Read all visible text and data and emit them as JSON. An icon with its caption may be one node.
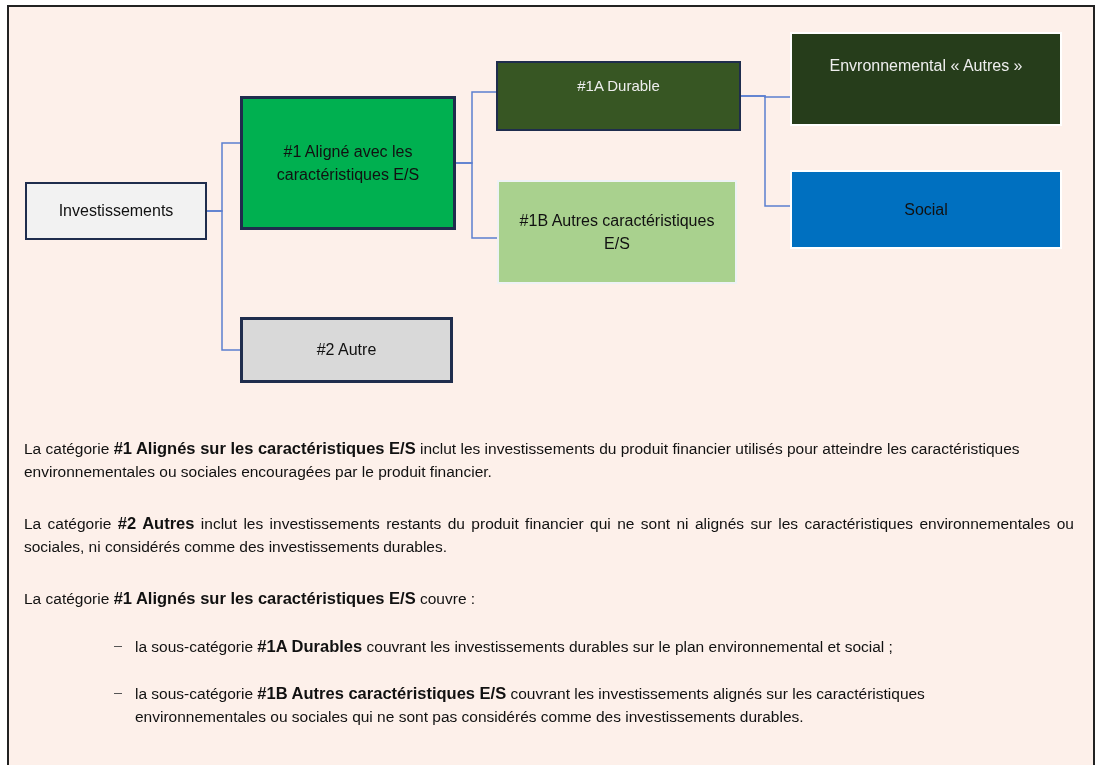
{
  "diagram": {
    "nodes": [
      {
        "text": [
          "Investissements"
        ]
      },
      {
        "text": [
          "#1 Aligné avec les caractéristiques E/S"
        ]
      },
      {
        "text": [
          "#2 Autre"
        ]
      },
      {
        "text": [
          "#1A Durable"
        ]
      },
      {
        "text": [
          "#1B Autres caractéristiques E/S"
        ]
      },
      {
        "text": [
          "Envronnemental « Autres »"
        ]
      },
      {
        "text": [
          "Social"
        ]
      }
    ],
    "edges": [
      {
        "from": 0,
        "to": 1,
        "arrow": "none"
      },
      {
        "from": 0,
        "to": 2,
        "arrow": "none"
      },
      {
        "from": 1,
        "to": 3,
        "arrow": "none"
      },
      {
        "from": 1,
        "to": 4,
        "arrow": "none"
      },
      {
        "from": 3,
        "to": 5,
        "arrow": "none"
      },
      {
        "from": 3,
        "to": 6,
        "arrow": "none"
      }
    ],
    "labels": [
      "La catégorie **#1 Alignés sur les caractéristiques E/S** inclut les investissements du produit financier utilisés pour atteindre les caractéristiques environnementales ou sociales encouragées par le produit financier.",
      "La catégorie **#2 Autres** inclut les investissements restants du produit financier qui ne sont ni alignés sur les caractéristiques environnementales ou sociales, ni considérés comme des investissements durables.",
      "La catégorie **#1 Alignés sur les caractéristiques E/S** couvre :",
      "la sous-catégorie **#1A Durables** couvrant les investissements durables sur le plan environnemental et social ;",
      "la sous-catégorie **#1B Autres caractéristiques E/S** couvrant les investissements alignés sur les caractéristiques environnementales ou sociales qui ne sont pas considérés comme des investissements durables."
    ]
  }
}
